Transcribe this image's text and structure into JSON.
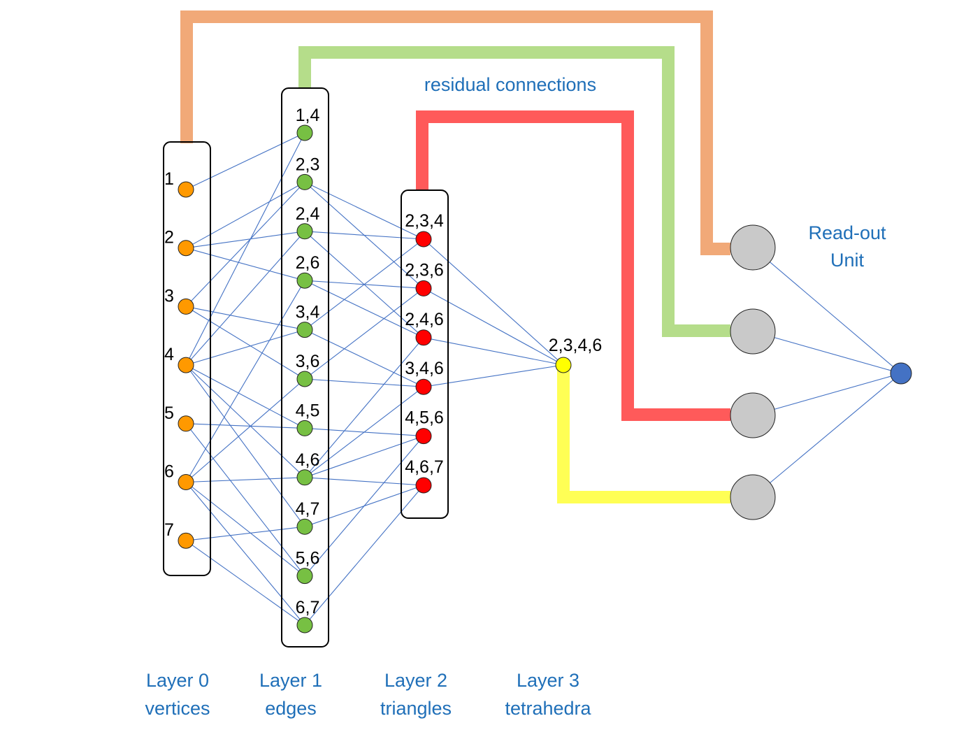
{
  "diagram": {
    "title_residual": "residual connections",
    "readout_line1": "Read-out",
    "readout_line2": "Unit",
    "layers": [
      {
        "name": "Layer 0",
        "sub": "vertices"
      },
      {
        "name": "Layer 1",
        "sub": "edges"
      },
      {
        "name": "Layer 2",
        "sub": "triangles"
      },
      {
        "name": "Layer 3",
        "sub": "tetrahedra"
      }
    ],
    "vertices": [
      "1",
      "2",
      "3",
      "4",
      "5",
      "6",
      "7"
    ],
    "edges": [
      "1,4",
      "2,3",
      "2,4",
      "2,6",
      "3,4",
      "3,6",
      "4,5",
      "4,6",
      "4,7",
      "5,6",
      "6,7"
    ],
    "triangles": [
      "2,3,4",
      "2,3,6",
      "2,4,6",
      "3,4,6",
      "4,5,6",
      "4,6,7"
    ],
    "tetrahedra": [
      "2,3,4,6"
    ],
    "colors": {
      "vertex": "#ff9900",
      "edge_node": "#77c043",
      "triangle": "#ff0000",
      "tetra": "#ffff00",
      "readout": "#c9c9c9",
      "output": "#4472c4",
      "residual_orange": "#f1a978",
      "residual_green": "#b5dd8a",
      "residual_red": "#ff5a5a",
      "residual_yellow": "#ffff55",
      "connections": "#4472c4",
      "text_blue": "#1f6fb8"
    }
  }
}
